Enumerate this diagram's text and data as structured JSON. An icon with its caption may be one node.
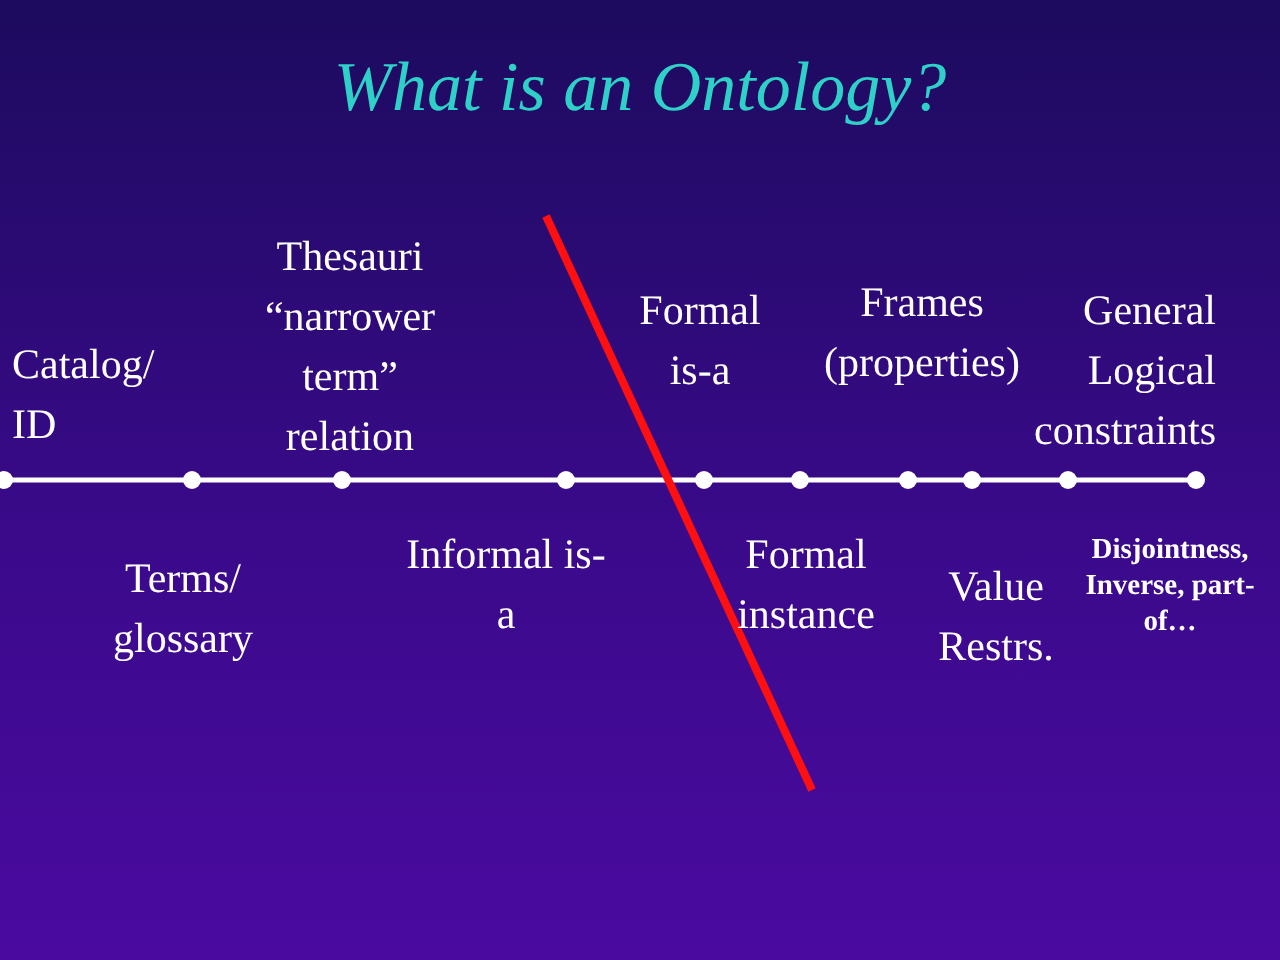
{
  "diagram": {
    "title": "What is an Ontology?",
    "labels": [
      "Catalog/ ID",
      "Terms/ glossary",
      "Thesauri “narrower term” relation",
      "Informal is-a",
      "Formal is-a",
      "Formal instance",
      "Frames (properties)",
      "Value Restrs.",
      "General Logical constraints",
      "Disjointness, Inverse, part-of…"
    ]
  }
}
